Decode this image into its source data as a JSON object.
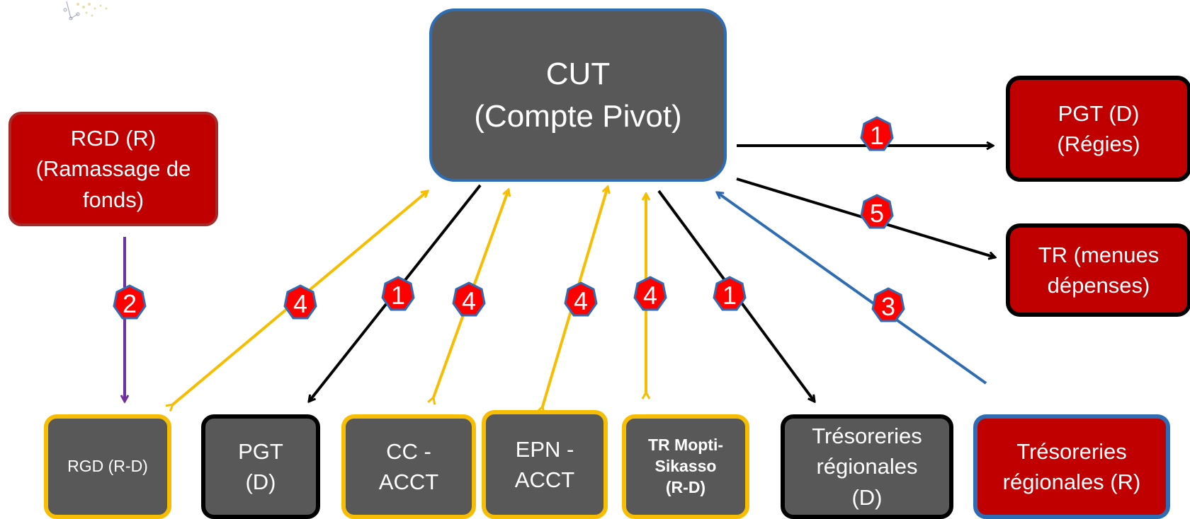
{
  "colors": {
    "box_grey": "#585858",
    "box_red": "#c00000",
    "arrow_black": "#000000",
    "arrow_gold": "#f7bd00",
    "arrow_blue": "#2e6db4",
    "arrow_purple": "#7030a0",
    "badge_fill": "#ff0000",
    "badge_border": "#2e6db4"
  },
  "nodes": {
    "cut": "CUT\n(Compte Pivot)",
    "rgd_r": "RGD (R)\n(Ramassage de\nfonds)",
    "pgt_d_regies": "PGT (D)\n(Régies)",
    "tr_menues": "TR (menues\ndépenses)",
    "rgd_rd": "RGD (R-D)",
    "pgt_d": "PGT\n(D)",
    "cc_acct": "CC -\nACCT",
    "epn_acct": "EPN -\nACCT",
    "tr_mopti": "TR Mopti-\nSikasso\n(R-D)",
    "tres_reg_d": "Trésoreries\nrégionales\n(D)",
    "tres_reg_r": "Trésoreries\nrégionales (R)"
  },
  "badges": {
    "cut_to_pgt_regies": "1",
    "cut_to_tr_menues": "5",
    "rgd_r_to_rgd_rd": "2",
    "rgd_rd_cut": "4",
    "cut_to_pgt_d": "1",
    "cc_acct_cut": "4",
    "epn_acct_cut": "4",
    "tr_mopti_cut": "4",
    "cut_to_tres_reg_d": "1",
    "tres_reg_r_to_cut": "3"
  }
}
